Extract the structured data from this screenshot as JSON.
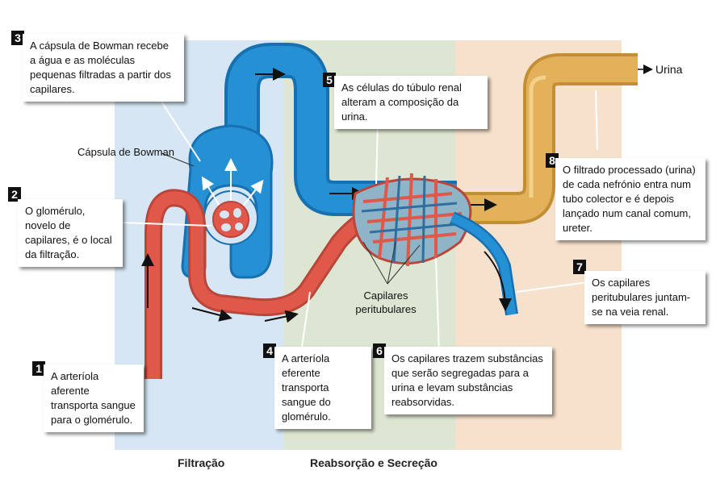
{
  "steps": [
    {
      "num": "1",
      "text": "A arteríola aferente transporta sangue para o glomérulo."
    },
    {
      "num": "2",
      "text": "O glomérulo, novelo de capilares, é o local da filtração."
    },
    {
      "num": "3",
      "text": "A cápsula de Bowman recebe a água e as moléculas pequenas filtradas a partir dos capilares."
    },
    {
      "num": "4",
      "text": "A arteríola eferente transporta sangue do glomérulo."
    },
    {
      "num": "5",
      "text": "As células do túbulo renal alteram a composição da urina."
    },
    {
      "num": "6",
      "text": "Os capilares trazem substâncias que serão segregadas para a urina e levam substâncias reabsorvidas."
    },
    {
      "num": "7",
      "text": "Os capilares peritubulares juntam-se na veia renal."
    },
    {
      "num": "8",
      "text": "O filtrado processado (urina) de cada nefrónio entra num tubo colector e é depois lançado num canal comum, ureter."
    }
  ],
  "labels": {
    "capsula": "Cápsula de Bowman",
    "capilares": "Capilares peritubulares",
    "urina": "Urina"
  },
  "zones": {
    "filtracao": "Filtração",
    "reabsorcao": "Reabsorção e Secreção"
  },
  "colors": {
    "blue_zone": "#d6e6f4",
    "green_zone": "#dde6d2",
    "orange_zone": "#f6e1cc",
    "tubule_blue": "#1f86c9",
    "vessel_red": "#e0584a",
    "collector_gold": "#d9a547"
  }
}
